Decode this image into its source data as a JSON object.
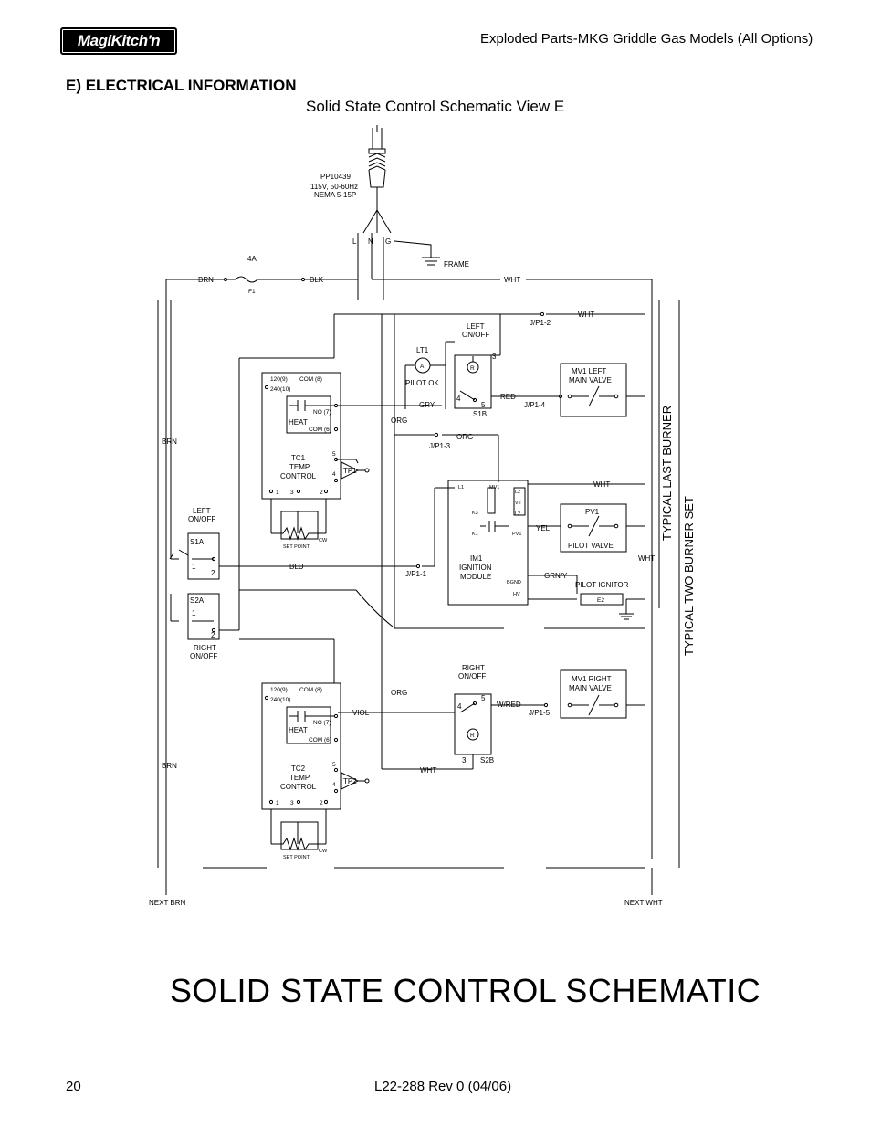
{
  "header": {
    "logo_text": "MagiKitch'n",
    "doc_title": "Exploded Parts-MKG Griddle Gas Models (All Options)"
  },
  "section": {
    "heading": "E)  ELECTRICAL INFORMATION",
    "subheading": "Solid State Control Schematic View E"
  },
  "schematic": {
    "plug": {
      "part": "PP10439",
      "voltage": "115V, 50-60Hz",
      "nema": "NEMA 5-15P",
      "l": "L",
      "n": "N",
      "g": "G",
      "frame": "FRAME"
    },
    "fuse": {
      "rating": "4A",
      "symbol": "F1"
    },
    "wires": {
      "brn_top": "BRN",
      "blk": "BLK",
      "wht_top": "WHT",
      "wht_jp12": "WHT",
      "brn_left1": "BRN",
      "brn_left2": "BRN",
      "gry": "GRY",
      "red": "RED",
      "org1": "ORG",
      "org2": "ORG",
      "org3": "ORG",
      "blu": "BLU",
      "wht_im": "WHT",
      "yel": "YEL",
      "grny": "GRN/Y",
      "wht_right": "WHT",
      "viol": "VIOL",
      "wright": "W/RED",
      "wht_bottom": "WHT",
      "next_brn": "NEXT BRN",
      "next_wht": "NEXT WHT"
    },
    "jacks": {
      "jp12": "J/P1-2",
      "jp14": "J/P1-4",
      "jp13": "J/P1-3",
      "jp11": "J/P1-1",
      "jp15": "J/P1-5"
    },
    "lt1": {
      "name": "LT1",
      "letter": "A",
      "label": "PILOT OK"
    },
    "left_switch_top": {
      "title1": "LEFT",
      "title2": "ON/OFF",
      "r": "R",
      "n3": "3",
      "n4": "4",
      "n5": "5",
      "id": "S1B"
    },
    "mv1_left": {
      "line1": "MV1 LEFT",
      "line2": "MAIN VALVE"
    },
    "tc1": {
      "t120": "120(9)",
      "t240": "240(10)",
      "com8": "COM (8)",
      "no7": "NO (7)",
      "heat": "HEAT",
      "com6": "COM (6)",
      "n5": "5",
      "n4": "4",
      "name": "TC1",
      "temp": "TEMP",
      "control": "CONTROL",
      "tp": "TP1",
      "n1": "1",
      "n3": "3",
      "n2": "2",
      "setpoint": "SET POINT",
      "cw": "CW"
    },
    "tc2": {
      "t120": "120(9)",
      "t240": "240(10)",
      "com8": "COM (8)",
      "no7": "NO (7)",
      "heat": "HEAT",
      "com6": "COM (6)",
      "n5": "5",
      "n4": "4",
      "name": "TC2",
      "temp": "TEMP",
      "control": "CONTROL",
      "tp": "TP2",
      "n1": "1",
      "n3": "3",
      "n2": "2",
      "setpoint": "SET POINT",
      "cw": "CW"
    },
    "s1a": {
      "title1": "LEFT",
      "title2": "ON/OFF",
      "id": "S1A",
      "n1": "1",
      "n2": "2"
    },
    "s2a": {
      "id": "S2A",
      "n1": "1",
      "n2": "2",
      "title1": "RIGHT",
      "title2": "ON/OFF"
    },
    "im1": {
      "l1": "L1",
      "mv1": "MV1",
      "l2a": "L2",
      "v2": "V2",
      "l2b": "L2",
      "k3": "K3",
      "k1": "K1",
      "pv1": "PV1",
      "name": "IM1",
      "ign": "IGNITION",
      "mod": "MODULE",
      "bgnd": "BGND",
      "hv": "HV"
    },
    "pv1": {
      "name": "PV1",
      "label": "PILOT VALVE"
    },
    "igniter": {
      "label": "PILOT IGNITOR",
      "e2": "E2"
    },
    "right_switch": {
      "title1": "RIGHT",
      "title2": "ON/OFF",
      "n5": "5",
      "n4": "4",
      "r": "R",
      "n3": "3",
      "id": "S2B"
    },
    "mv1_right": {
      "line1": "MV1 RIGHT",
      "line2": "MAIN VALVE"
    },
    "side_labels": {
      "last_burner": "TYPICAL LAST BURNER",
      "two_burner": "TYPICAL TWO BURNER SET"
    }
  },
  "footer": {
    "big_title": "SOLID STATE CONTROL SCHEMATIC",
    "page_number": "20",
    "doc_rev": "L22-288  Rev 0 (04/06)"
  }
}
